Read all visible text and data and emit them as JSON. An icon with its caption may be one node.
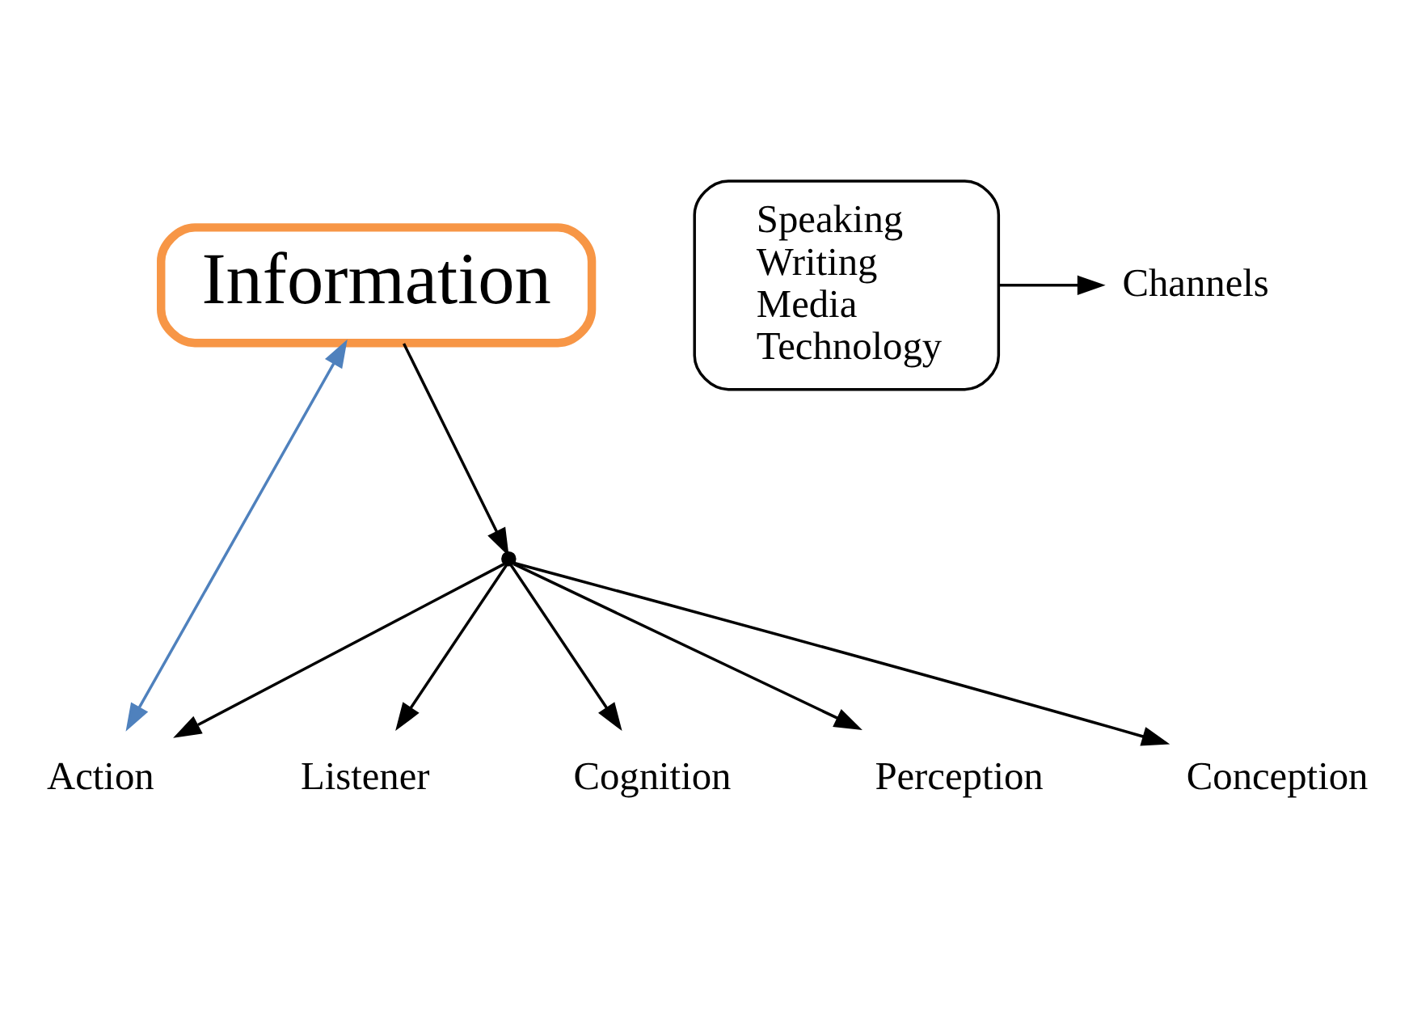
{
  "diagram": {
    "nodes": [
      {
        "text": [
          "Information"
        ]
      },
      {
        "text": [
          "Speaking",
          "Writing",
          "Media",
          "Technology"
        ]
      },
      {
        "text": [
          "Channels"
        ]
      },
      {
        "text": [],
        "shape": "point"
      },
      {
        "text": [
          "Action"
        ]
      },
      {
        "text": [
          "Listener"
        ]
      },
      {
        "text": [
          "Cognition"
        ]
      },
      {
        "text": [
          "Perception"
        ]
      },
      {
        "text": [
          "Conception"
        ]
      }
    ],
    "edges": [
      {
        "from": 0,
        "to": 3,
        "arrow": "to"
      },
      {
        "from": 1,
        "to": 2,
        "arrow": "to"
      },
      {
        "from": 4,
        "to": 0,
        "arrow": "both",
        "color": "#4f81bd"
      },
      {
        "from": 3,
        "to": 4,
        "arrow": "to"
      },
      {
        "from": 3,
        "to": 5,
        "arrow": "to"
      },
      {
        "from": 3,
        "to": 6,
        "arrow": "to"
      },
      {
        "from": 3,
        "to": 7,
        "arrow": "to"
      },
      {
        "from": 3,
        "to": 8,
        "arrow": "to"
      }
    ]
  }
}
